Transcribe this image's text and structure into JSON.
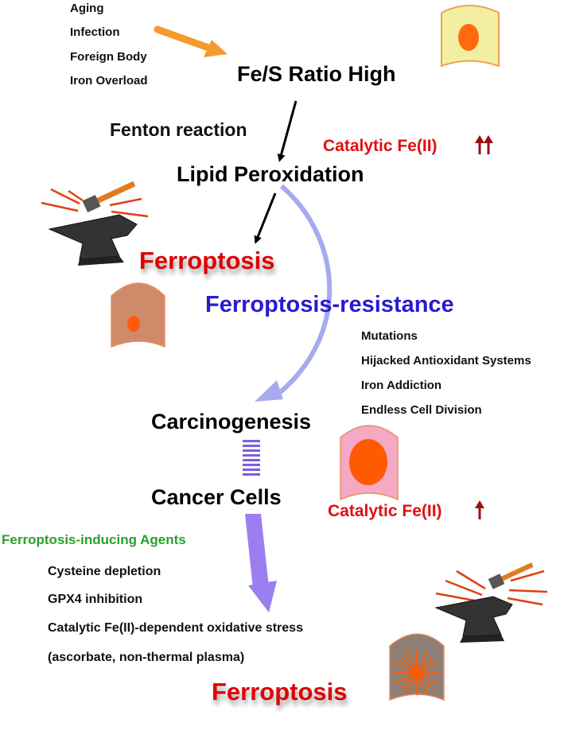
{
  "causes": [
    "Aging",
    "Infection",
    "Foreign Body",
    "Iron Overload"
  ],
  "fe_s_ratio": "Fe/S Ratio High",
  "fenton": "Fenton reaction",
  "catalytic_high": "Catalytic Fe(II)",
  "lipid": "Lipid Peroxidation",
  "ferroptosis_top": "Ferroptosis",
  "resistance": "Ferroptosis-resistance",
  "resistance_factors": [
    "Mutations",
    "Hijacked Antioxidant Systems",
    "Iron Addiction",
    "Endless Cell Division"
  ],
  "carcinogenesis": "Carcinogenesis",
  "cancer_cells": "Cancer Cells",
  "catalytic_cancer": "Catalytic Fe(II)",
  "agents_title": "Ferroptosis-inducing Agents",
  "agents": [
    "Cysteine depletion",
    "GPX4 inhibition",
    "Catalytic Fe(II)-dependent oxidative stress",
    "(ascorbate, non-thermal plasma)"
  ],
  "ferroptosis_bottom": "Ferroptosis",
  "colors": {
    "orange_arrow": "#f59a2e",
    "resistance_arrow": "#a9a9f0",
    "purple_arrow": "#9b7ff0",
    "red_text": "#e00000",
    "blue_text": "#2a1ad0",
    "green_text": "#2aa02a"
  }
}
